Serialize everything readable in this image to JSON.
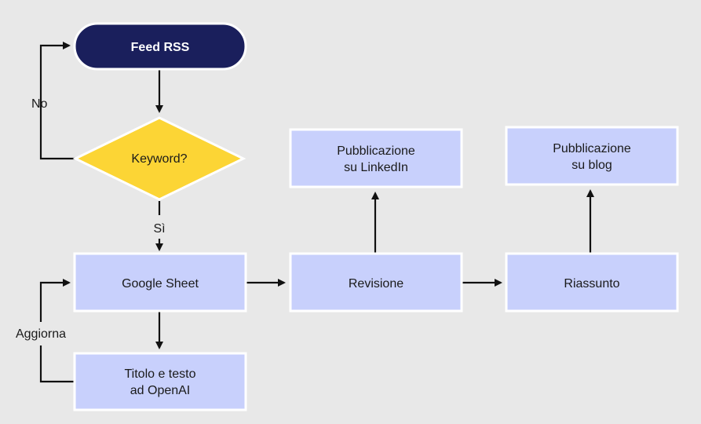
{
  "nodes": {
    "feed": {
      "label": "Feed RSS"
    },
    "keyword": {
      "label": "Keyword?"
    },
    "sheet": {
      "label": "Google Sheet"
    },
    "openai": {
      "line1": "Titolo e testo",
      "line2": "ad OpenAI"
    },
    "revision": {
      "label": "Revisione"
    },
    "linkedin": {
      "line1": "Pubblicazione",
      "line2": "su LinkedIn"
    },
    "summary": {
      "label": "Riassunto"
    },
    "blog": {
      "line1": "Pubblicazione",
      "line2": "su blog"
    }
  },
  "edges": {
    "no": "No",
    "yes": "Sì",
    "update": "Aggiorna"
  },
  "colors": {
    "background": "#e8e8e8",
    "box": "#c8d0fc",
    "start": "#1a1f5c",
    "decision": "#fcd535",
    "line": "#111111"
  }
}
